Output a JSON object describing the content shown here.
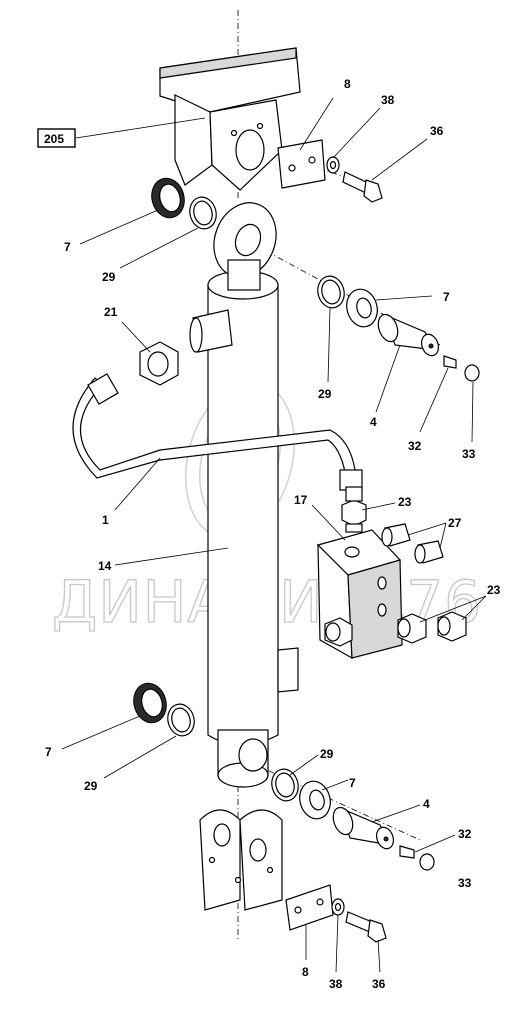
{
  "ref_box": "205",
  "watermark": "ДИНАМИКА76",
  "callouts": {
    "c8_top": "8",
    "c38_top": "38",
    "c36_top": "36",
    "c7_a": "7",
    "c29_a": "29",
    "c21": "21",
    "c7_b": "7",
    "c29_b": "29",
    "c4_top": "4",
    "c32_top": "32",
    "c33_top": "33",
    "c1": "1",
    "c17": "17",
    "c23_a": "23",
    "c27": "27",
    "c14": "14",
    "c23_b": "23",
    "c7_c": "7",
    "c29_c": "29",
    "c29_d": "29",
    "c7_d": "7",
    "c4_bot": "4",
    "c32_bot": "32",
    "c33_bot": "33",
    "c8_bot": "8",
    "c38_bot": "38",
    "c36_bot": "36"
  }
}
